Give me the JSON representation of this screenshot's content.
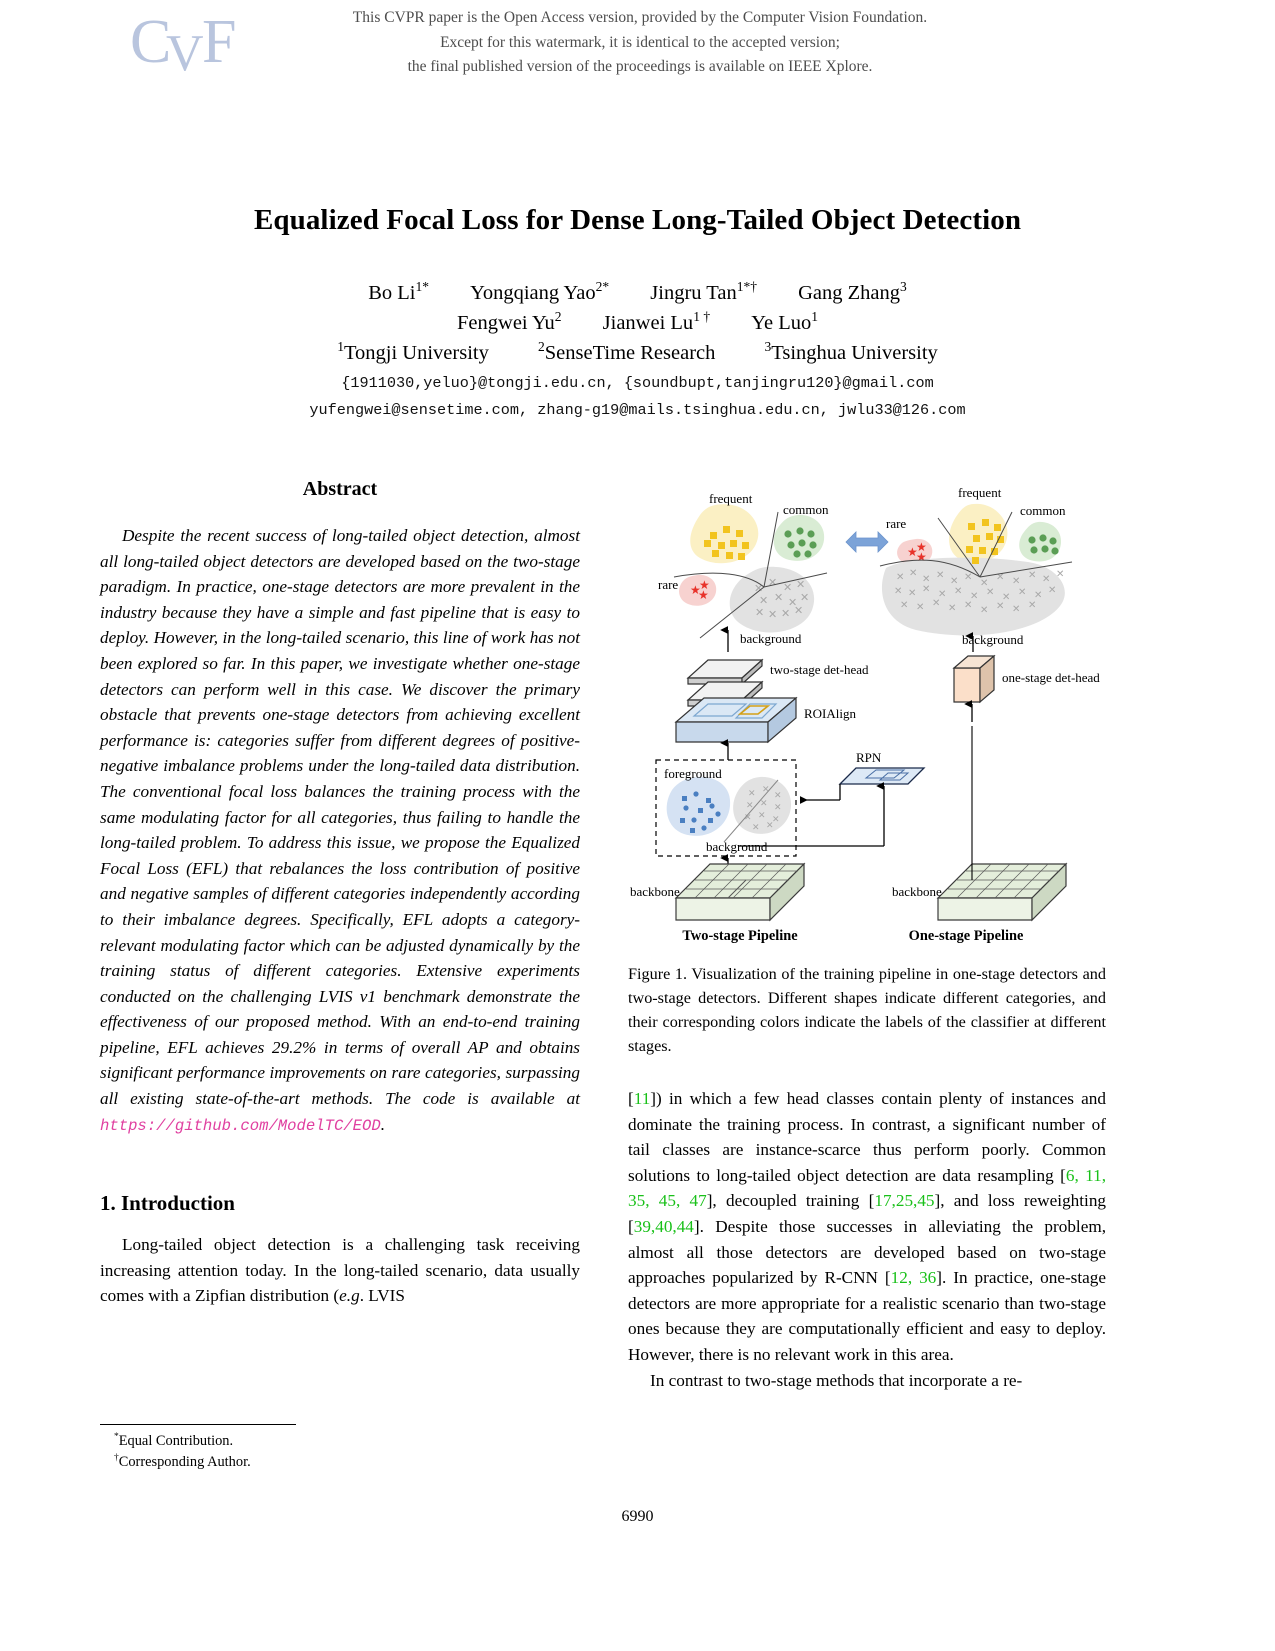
{
  "header": {
    "logo_text": "CVF",
    "notice_lines": [
      "This CVPR paper is the Open Access version, provided by the Computer Vision Foundation.",
      "Except for this watermark, it is identical to the accepted version;",
      "the final published version of the proceedings is available on IEEE Xplore."
    ]
  },
  "paper": {
    "title": "Equalized Focal Loss for Dense Long-Tailed Object Detection",
    "authors_row1": [
      {
        "name": "Bo Li",
        "sup": "1*"
      },
      {
        "name": "Yongqiang Yao",
        "sup": "2*"
      },
      {
        "name": "Jingru Tan",
        "sup": "1*†"
      },
      {
        "name": "Gang Zhang",
        "sup": "3"
      }
    ],
    "authors_row2": [
      {
        "name": "Fengwei Yu",
        "sup": "2"
      },
      {
        "name": "Jianwei Lu",
        "sup": "1 †"
      },
      {
        "name": "Ye Luo",
        "sup": "1"
      }
    ],
    "affiliations": [
      {
        "sup": "1",
        "name": "Tongji University"
      },
      {
        "sup": "2",
        "name": "SenseTime Research"
      },
      {
        "sup": "3",
        "name": "Tsinghua University"
      }
    ],
    "emails": [
      "{1911030,yeluo}@tongji.edu.cn, {soundbupt,tanjingru120}@gmail.com",
      "yufengwei@sensetime.com, zhang-g19@mails.tsinghua.edu.cn, jwlu33@126.com"
    ],
    "page_number": "6990"
  },
  "abstract": {
    "heading": "Abstract",
    "text_before_url": "Despite the recent success of long-tailed object detection, almost all long-tailed object detectors are developed based on the two-stage paradigm. In practice, one-stage detectors are more prevalent in the industry because they have a simple and fast pipeline that is easy to deploy. However, in the long-tailed scenario, this line of work has not been explored so far. In this paper, we investigate whether one-stage detectors can perform well in this case. We discover the primary obstacle that prevents one-stage detectors from achieving excellent performance is: categories suffer from different degrees of positive-negative imbalance problems under the long-tailed data distribution. The conventional focal loss balances the training process with the same modulating factor for all categories, thus failing to handle the long-tailed problem. To address this issue, we propose the Equalized Focal Loss (EFL) that rebalances the loss contribution of positive and negative samples of different categories independently according to their imbalance degrees. Specifically, EFL adopts a category-relevant modulating factor which can be adjusted dynamically by the training status of different categories. Extensive experiments conducted on the challenging LVIS v1 benchmark demonstrate the effectiveness of our proposed method. With an end-to-end training pipeline, EFL achieves 29.2% in terms of overall AP and obtains significant performance improvements on rare categories, surpassing all existing state-of-the-art methods. The code is available at ",
    "url": "https://github.com/ModelTC/EOD",
    "text_after_url": "."
  },
  "introduction": {
    "heading": "1. Introduction",
    "paragraph1_part1": "Long-tailed object detection is a challenging task receiving increasing attention today. In the long-tailed scenario, data usually comes with a Zipfian distribution (",
    "paragraph1_eg": "e.g",
    "paragraph1_part2": ". LVIS"
  },
  "footnotes": [
    {
      "marker": "*",
      "text": "Equal Contribution."
    },
    {
      "marker": "†",
      "text": "Corresponding Author."
    }
  ],
  "figure": {
    "caption": "Figure 1. Visualization of the training pipeline in one-stage detectors and two-stage detectors. Different shapes indicate different categories, and their corresponding colors indicate the labels of the classifier at different stages.",
    "labels": {
      "frequent_left": "frequent",
      "common_left": "common",
      "rare_left": "rare",
      "background_left": "background",
      "frequent_right": "frequent",
      "common_right": "common",
      "rare_right": "rare",
      "background_right": "background",
      "two_stage_det_head": "two-stage det-head",
      "one_stage_det_head": "one-stage det-head",
      "roialign": "ROIAlign",
      "foreground": "foreground",
      "background_box": "background",
      "rpn": "RPN",
      "backbone_left": "backbone",
      "backbone_right": "backbone",
      "pipeline_two": "Two-stage Pipeline",
      "pipeline_one": "One-stage Pipeline"
    },
    "colors": {
      "frequent": "#f2d14e",
      "frequent_blob": "#fbf0c4",
      "common": "#6aaa64",
      "common_blob": "#d9ecd4",
      "rare": "#e8463c",
      "rare_blob": "#f7d2d0",
      "background_blob": "#e2e2e2",
      "background_marker": "#a8a8a8",
      "arrow_blue": "#7ca3d8",
      "backbone_fill": "#e4eedb",
      "head_fill": "#fbdfc9",
      "roi_fill": "#d9e6f2"
    }
  },
  "right_column": {
    "para1": {
      "cite_open": "[",
      "cite_num": "11",
      "text": "]) in which a few head classes contain plenty of instances and dominate the training process. In contrast, a significant number of tail classes are instance-scarce thus perform poorly. Common solutions to long-tailed object detection are data resampling [",
      "cites_resampling": "6, 11, 35, 45, 47",
      "text2": "], decoupled training [",
      "cites_decoupled": "17,25,45",
      "text3": "], and loss reweighting [",
      "cites_reweighting": "39,40,44",
      "text4": "]. Despite those successes in alleviating the problem, almost all those detectors are developed based on two-stage approaches popularized by R-CNN [",
      "cites_rcnn": "12, 36",
      "text5": "]. In practice, one-stage detectors are more appropriate for a realistic scenario than two-stage ones because they are computationally efficient and easy to deploy. However, there is no relevant work in this area."
    },
    "para2": "In contrast to two-stage methods that incorporate a re-"
  }
}
